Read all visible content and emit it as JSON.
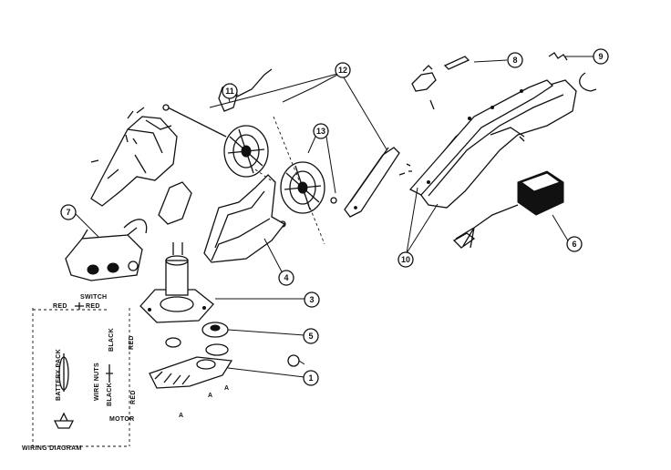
{
  "callouts": [
    "1",
    "3",
    "4",
    "5",
    "6",
    "7",
    "8",
    "9",
    "10",
    "11",
    "12",
    "13"
  ],
  "letters": {
    "a": "A"
  },
  "wiring": {
    "switch": "SWITCH",
    "red": "RED",
    "black": "BLACK",
    "battery_pack": "BATTERY PACK",
    "wire_nuts": "WIRE NUTS",
    "motor": "MOTOR",
    "title": "WIRING DIAGRAM"
  }
}
